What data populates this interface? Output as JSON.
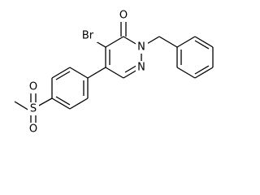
{
  "molecule": {
    "atoms": {
      "oxygen_carbonyl": "O",
      "nitrogen_2": "N",
      "nitrogen_1": "N",
      "bromine": "Br",
      "sulfur": "S",
      "oxygen_sulfonyl_top": "O",
      "oxygen_sulfonyl_bottom": "O"
    }
  }
}
